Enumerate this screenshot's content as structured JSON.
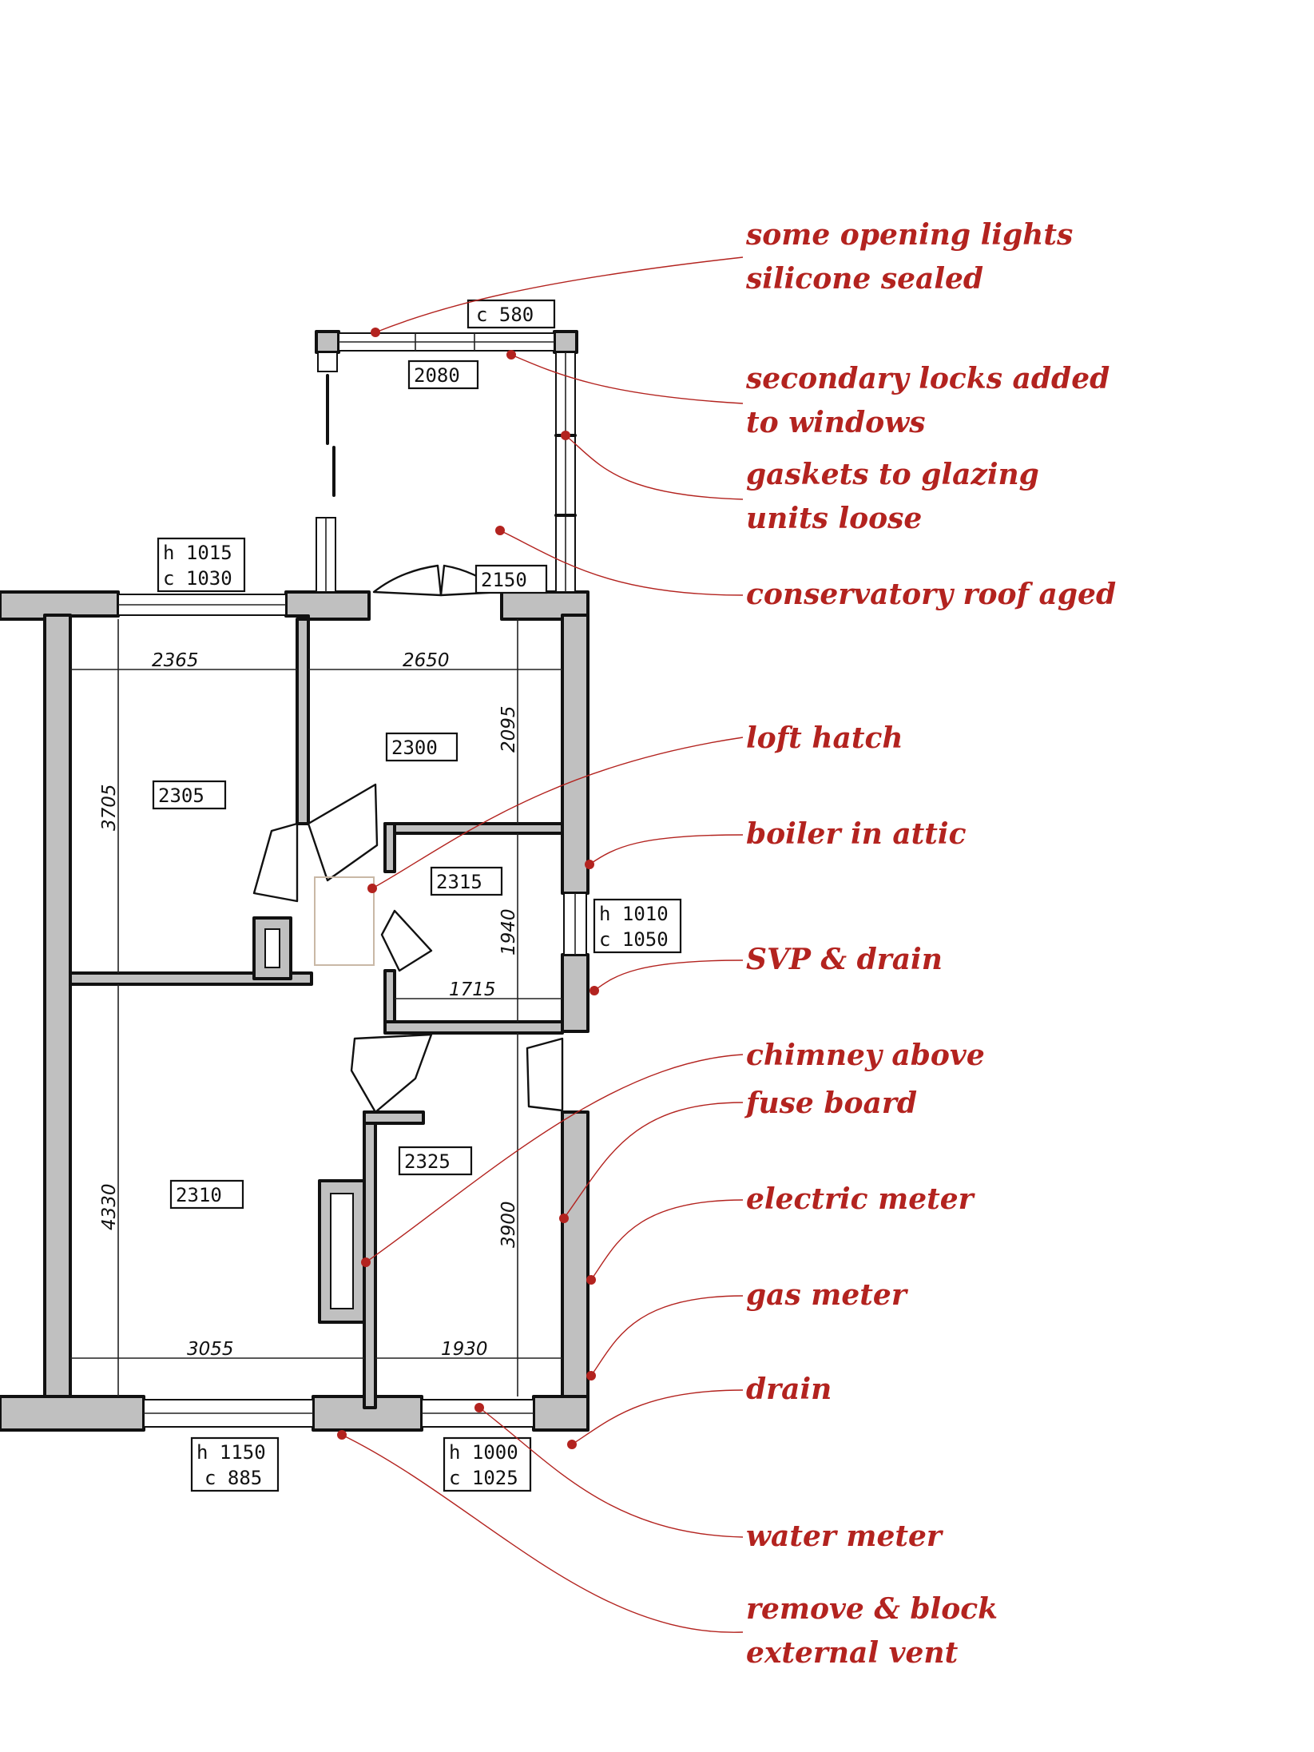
{
  "colors": {
    "annotation": "#b3231f",
    "wall_fill": "#c0c0c0",
    "line": "#111111",
    "hatch": "#c9b8a6"
  },
  "annotations": [
    {
      "id": "opening-lights",
      "lines": [
        "some opening lights",
        "silicone sealed"
      ]
    },
    {
      "id": "secondary-locks",
      "lines": [
        "secondary locks added",
        "to windows"
      ]
    },
    {
      "id": "gaskets",
      "lines": [
        "gaskets to glazing",
        "units loose"
      ]
    },
    {
      "id": "conservatory-roof",
      "lines": [
        "conservatory roof aged"
      ]
    },
    {
      "id": "loft-hatch",
      "lines": [
        "loft hatch"
      ]
    },
    {
      "id": "boiler",
      "lines": [
        "boiler in attic"
      ]
    },
    {
      "id": "svp-drain",
      "lines": [
        "SVP & drain"
      ]
    },
    {
      "id": "chimney",
      "lines": [
        "chimney above"
      ]
    },
    {
      "id": "fuse-board",
      "lines": [
        "fuse board"
      ]
    },
    {
      "id": "electric-meter",
      "lines": [
        "electric meter"
      ]
    },
    {
      "id": "gas-meter",
      "lines": [
        "gas meter"
      ]
    },
    {
      "id": "drain",
      "lines": [
        "drain"
      ]
    },
    {
      "id": "water-meter",
      "lines": [
        "water meter"
      ]
    },
    {
      "id": "external-vent",
      "lines": [
        "remove & block",
        "external vent"
      ]
    }
  ],
  "room_tags": [
    "2080",
    "2150",
    "2300",
    "2305",
    "2315",
    "2310",
    "2325"
  ],
  "window_tags": [
    [
      "c 580"
    ],
    [
      "h 1015",
      "c 1030"
    ],
    [
      "h 1010",
      "c 1050"
    ],
    [
      "h 1150",
      "c 885"
    ],
    [
      "h 1000",
      "c 1025"
    ]
  ],
  "dimensions": [
    "2365",
    "2650",
    "3705",
    "2095",
    "1940",
    "1715",
    "4330",
    "3900",
    "3055",
    "1930"
  ]
}
